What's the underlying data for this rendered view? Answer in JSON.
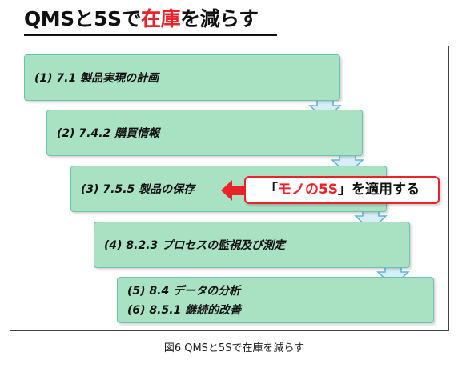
{
  "title": {
    "before": "QMSと5Sで",
    "accent": "在庫",
    "after": "を減らす",
    "accent_color": "#e8232a"
  },
  "steps": [
    {
      "label": "(1) 7.1  製品実現の計画"
    },
    {
      "label": "(2) 7.4.2  購買情報"
    },
    {
      "label": "(3) 7.5.5  製品の保存"
    },
    {
      "label": "(4) 8.2.3  プロセスの監視及び測定"
    },
    {
      "label": "(5) 8.4    データの分析",
      "label2": "(6) 8.5.1  継続的改善"
    }
  ],
  "callout": {
    "open": "「",
    "highlight": "モノの5S",
    "close": "」",
    "rest": "を適用する"
  },
  "caption": "図6  QMSと5Sで在庫を減らす",
  "colors": {
    "box_fill": "#a9e1c3",
    "box_border": "#6cc2ab",
    "down_arrow_fill": "#d6eef8",
    "down_arrow_border": "#5fb3d9",
    "callout_red": "#e8232a"
  },
  "icons": {
    "down_arrow": "block-arrow-down-icon",
    "left_arrow": "block-arrow-left-icon"
  }
}
